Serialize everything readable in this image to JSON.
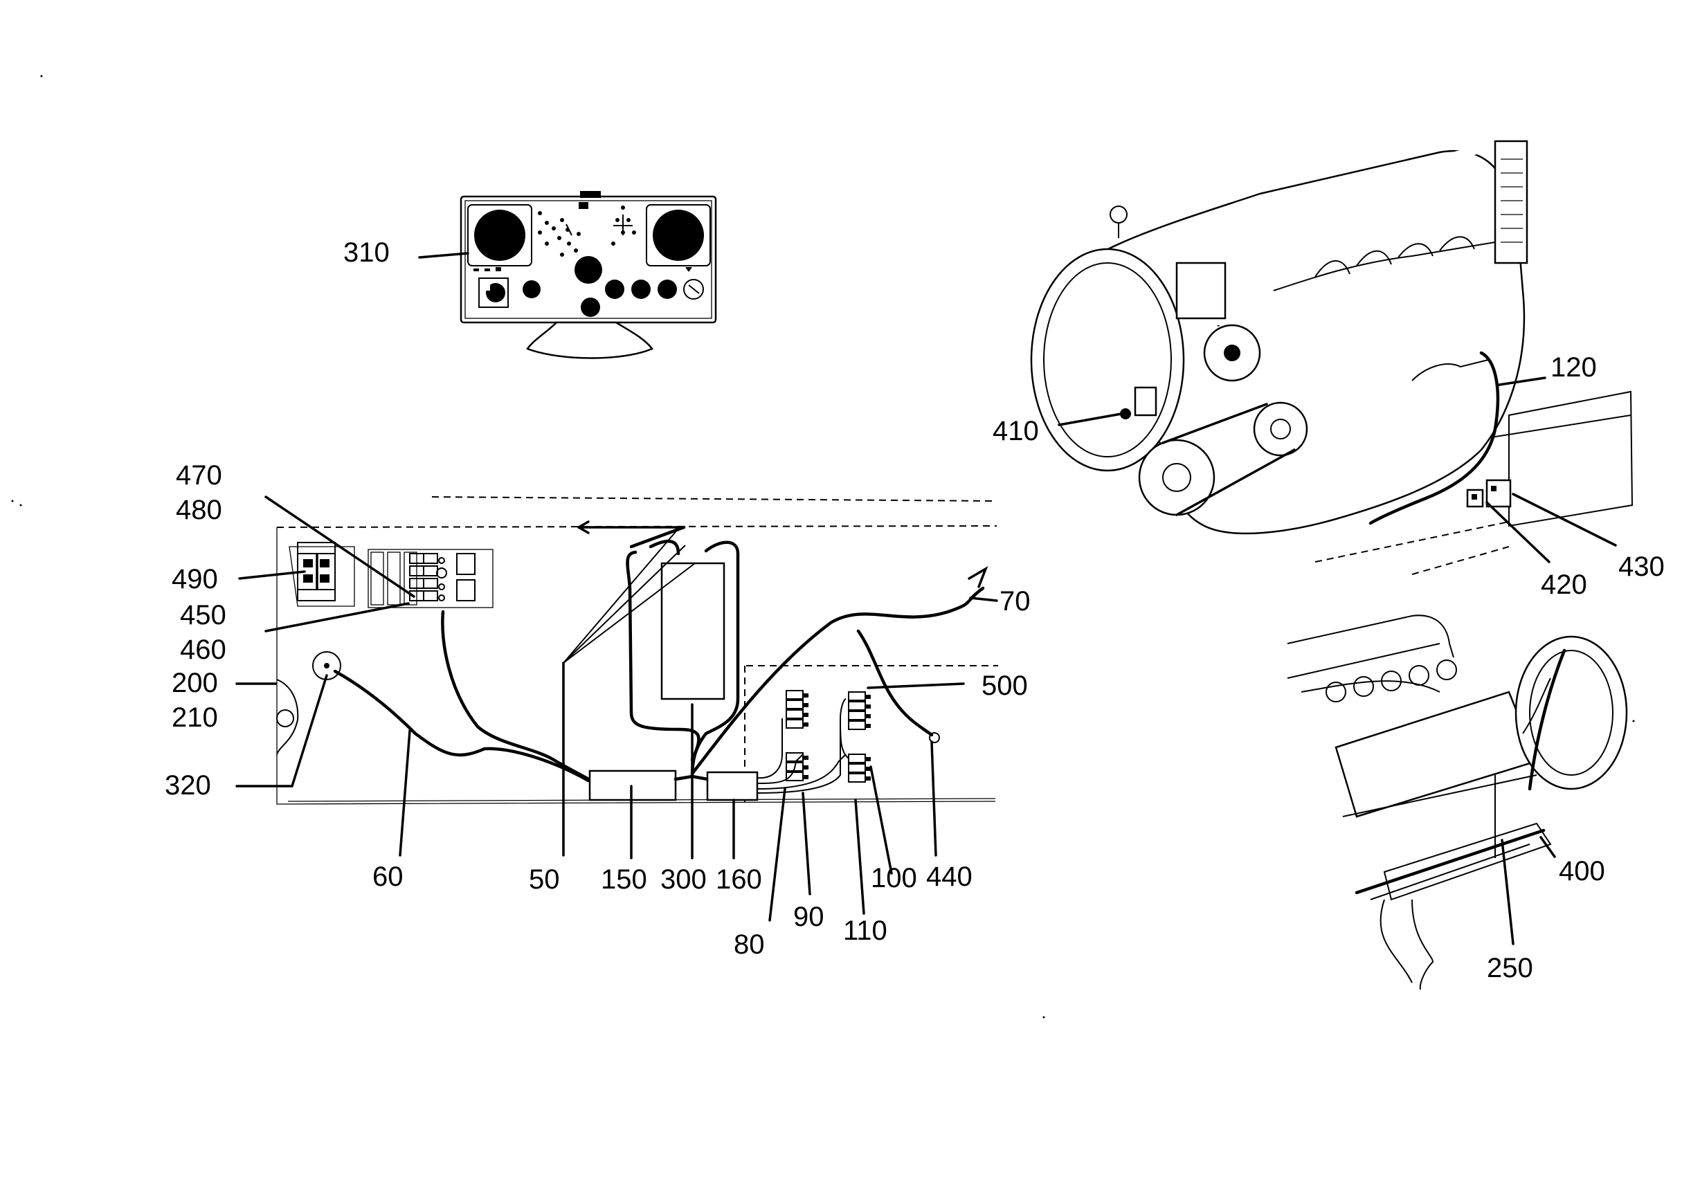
{
  "diagram": {
    "callouts": {
      "c310": "310",
      "c470": "470",
      "c480": "480",
      "c490": "490",
      "c450": "450",
      "c460": "460",
      "c200": "200",
      "c210": "210",
      "c320": "320",
      "c60": "60",
      "c50": "50",
      "c150": "150",
      "c300": "300",
      "c160": "160",
      "c80": "80",
      "c90": "90",
      "c110": "110",
      "c100": "100",
      "c440": "440",
      "c70": "70",
      "c500": "500",
      "c410": "410",
      "c120": "120",
      "c420": "420",
      "c430": "430",
      "c400": "400",
      "c250": "250"
    },
    "icons": {
      "control_panel": "instrument-panel-illustration",
      "wiring_harness": "wiring-harness-illustration",
      "engine": "diesel-engine-illustration",
      "engine_detail": "engine-injection-detail-illustration"
    }
  }
}
